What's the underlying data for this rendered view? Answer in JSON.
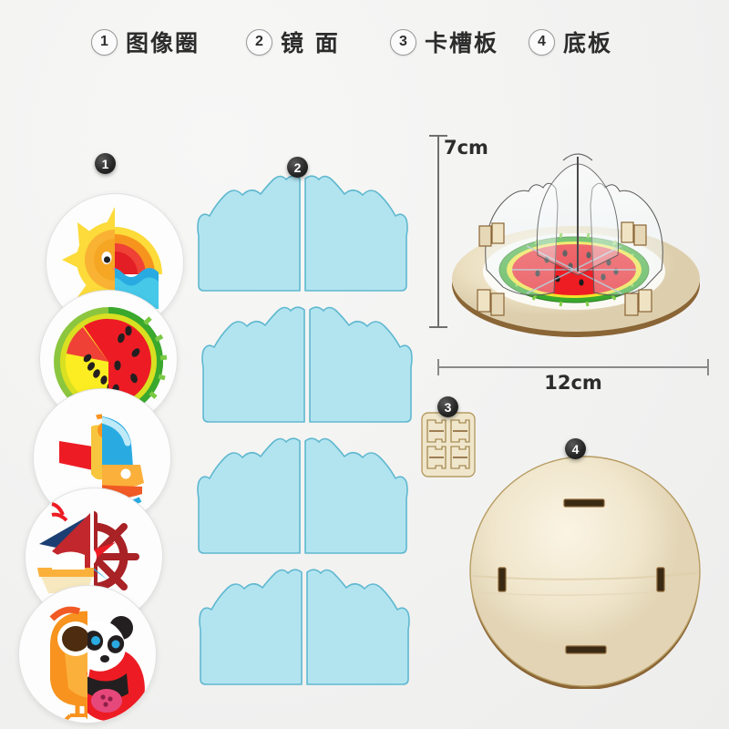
{
  "product": {
    "title_parts": [
      {
        "num": "1",
        "label": "图像圈"
      },
      {
        "num": "2",
        "label": "镜 面"
      },
      {
        "num": "3",
        "label": "卡槽板"
      },
      {
        "num": "4",
        "label": "底板"
      }
    ]
  },
  "header": {
    "item1_num": "1",
    "item1_label": "图像圈",
    "item2_num": "2",
    "item2_label": "镜 面",
    "item3_num": "3",
    "item3_label": "卡槽板",
    "item4_num": "4",
    "item4_label": "底板"
  },
  "badges": {
    "discs": "1",
    "mirrors": "2",
    "slotboard": "3",
    "baseboard": "4"
  },
  "dimensions": {
    "height_label": "7cm",
    "width_label": "12cm"
  },
  "discs": [
    {
      "name": "sun-sunset-disc",
      "left_art": "sun",
      "right_art": "sunset-sea"
    },
    {
      "name": "fruit-disc",
      "left_art": "grapefruit-slice",
      "right_art": "watermelon-slice"
    },
    {
      "name": "rocket-disc",
      "left_art": "rocket-flag",
      "right_art": "rocket-capsule"
    },
    {
      "name": "sailboat-wheel-disc",
      "left_art": "sailboat",
      "right_art": "ships-wheel"
    },
    {
      "name": "owl-panda-disc",
      "left_art": "owl",
      "right_art": "panda"
    }
  ],
  "mirrors": {
    "count": 4,
    "piece_color": "#b2e4f0",
    "edge_color": "#6fbdd2",
    "shape": "cloud-dome-panel-split-in-two"
  },
  "slotboard": {
    "bracket_count": 4,
    "wood_color": "#e9dfc6"
  },
  "baseboard": {
    "slot_count": 4,
    "wood_color": "#ece0c2"
  },
  "assembly": {
    "disc_art": "watermelon",
    "mirror_panels": 4,
    "bracket_blocks": 4,
    "colors": {
      "watermelon_flesh": "#ee1d23",
      "watermelon_inner_ring": "#f2e32a",
      "watermelon_rind": "#3aa82d",
      "wood": "#efe5ca",
      "wood_edge": "#8a6536"
    }
  },
  "background_color": "#f3f3f2"
}
